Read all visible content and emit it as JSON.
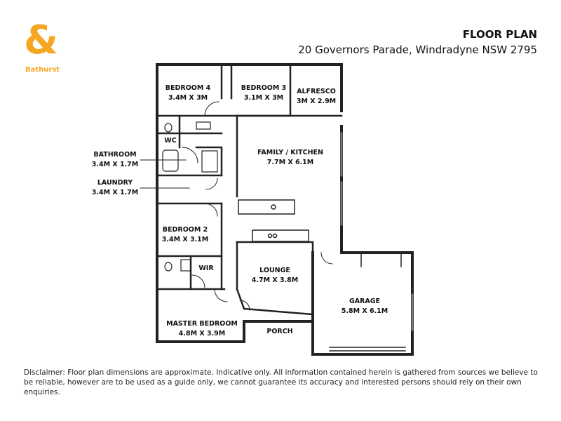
{
  "brand": {
    "logo_symbol": "&",
    "logo_text": "Bathurst",
    "color": "#f5a623"
  },
  "header": {
    "title": "FLOOR PLAN",
    "address": "20 Governors Parade, Windradyne NSW 2795"
  },
  "rooms": {
    "bedroom4": {
      "name": "BEDROOM 4",
      "size": "3.4M X 3M"
    },
    "bedroom3": {
      "name": "BEDROOM 3",
      "size": "3.1M X 3M"
    },
    "alfresco": {
      "name": "ALFRESCO",
      "size": "3M X 2.9M"
    },
    "wc": {
      "name": "WC"
    },
    "bathroom": {
      "name": "BATHROOM",
      "size": "3.4M X 1.7M"
    },
    "laundry": {
      "name": "LAUNDRY",
      "size": "3.4M X 1.7M"
    },
    "family_kitchen": {
      "name": "FAMILY / KITCHEN",
      "size": "7.7M X 6.1M"
    },
    "bedroom2": {
      "name": "BEDROOM 2",
      "size": "3.4M X 3.1M"
    },
    "wir": {
      "name": "WIR"
    },
    "lounge": {
      "name": "LOUNGE",
      "size": "4.7M X 3.8M"
    },
    "garage": {
      "name": "GARAGE",
      "size": "5.8M X 6.1M"
    },
    "master_bedroom": {
      "name": "MASTER BEDROOM",
      "size": "4.8M X 3.9M"
    },
    "porch": {
      "name": "PORCH"
    }
  },
  "disclaimer": "Disclaimer: Floor plan dimensions are approximate. Indicative only. All information contained herein is gathered from sources we believe to be reliable, however are to be used as a guide only, we cannot guarantee its accuracy and interested persons should rely on their own enquiries."
}
